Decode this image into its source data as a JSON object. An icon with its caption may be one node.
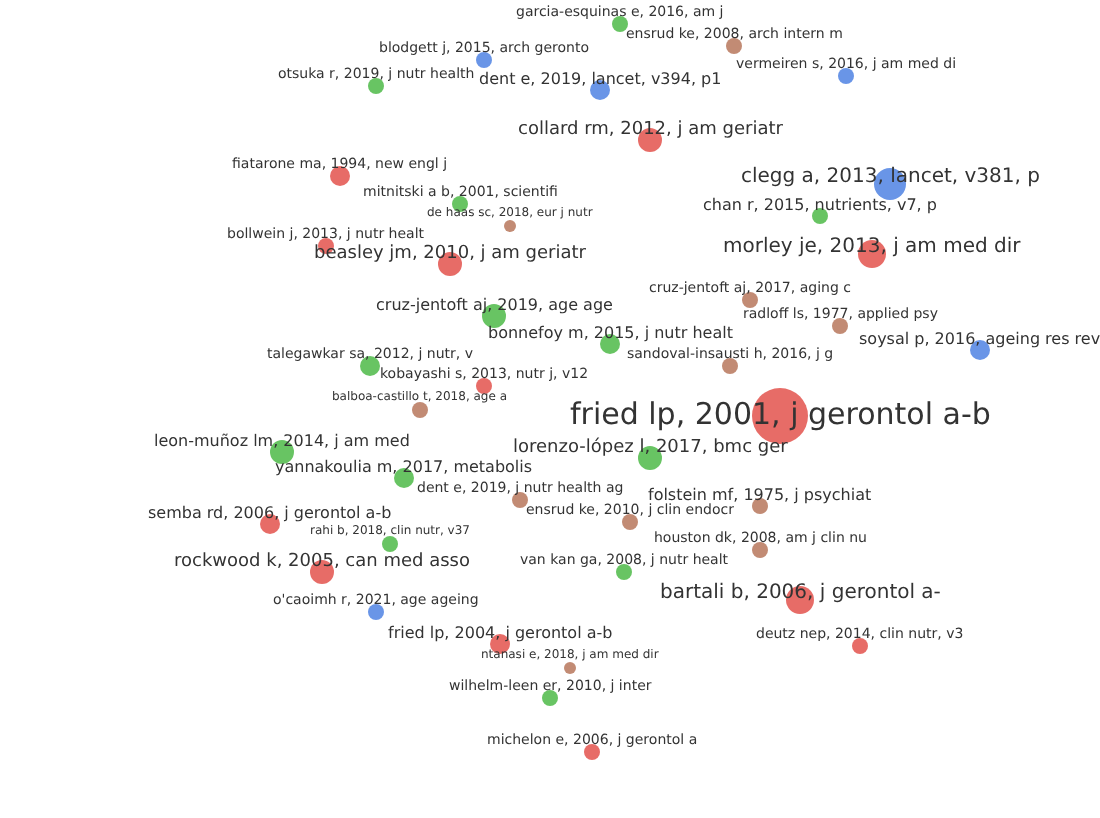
{
  "diagram": {
    "nodes": [
      {
        "text": [
          "fried lp, 2001, j gerontol a-b"
        ]
      },
      {
        "text": [
          "garcia-esquinas e, 2016, am j"
        ]
      },
      {
        "text": [
          "ensrud ke, 2008, arch intern m"
        ]
      },
      {
        "text": [
          "blodgett j, 2015, arch geronto"
        ]
      },
      {
        "text": [
          "otsuka r, 2019, j nutr health"
        ]
      },
      {
        "text": [
          "dent e, 2019, lancet, v394, p1"
        ]
      },
      {
        "text": [
          "vermeiren s, 2016, j am med di"
        ]
      },
      {
        "text": [
          "collard rm, 2012, j am geriatr"
        ]
      },
      {
        "text": [
          "fiatarone ma, 1994, new engl j"
        ]
      },
      {
        "text": [
          "mitnitski a b, 2001, scientifi"
        ]
      },
      {
        "text": [
          "de haas sc, 2018, eur j nutr"
        ]
      },
      {
        "text": [
          "clegg a, 2013, lancet, v381, p"
        ]
      },
      {
        "text": [
          "chan r, 2015, nutrients, v7, p"
        ]
      },
      {
        "text": [
          "bollwein j, 2013, j nutr healt"
        ]
      },
      {
        "text": [
          "beasley jm, 2010, j am geriatr"
        ]
      },
      {
        "text": [
          "morley je, 2013, j am med dir"
        ]
      },
      {
        "text": [
          "cruz-jentoft aj, 2017, aging c"
        ]
      },
      {
        "text": [
          "cruz-jentoft aj, 2019, age age"
        ]
      },
      {
        "text": [
          "radloff ls, 1977, applied psy"
        ]
      },
      {
        "text": [
          "bonnefoy m, 2015, j nutr healt"
        ]
      },
      {
        "text": [
          "soysal p, 2016, ageing res rev"
        ]
      },
      {
        "text": [
          "talegawkar sa, 2012, j nutr, v"
        ]
      },
      {
        "text": [
          "kobayashi s, 2013, nutr j, v12"
        ]
      },
      {
        "text": [
          "sandoval-insausti h, 2016, j g"
        ]
      },
      {
        "text": [
          "balboa-castillo t, 2018, age a"
        ]
      },
      {
        "text": [
          "lorenzo-lópez l, 2017, bmc ger"
        ]
      },
      {
        "text": [
          "leon-muñoz lm, 2014, j am med"
        ]
      },
      {
        "text": [
          "yannakoulia m, 2017, metabolis"
        ]
      },
      {
        "text": [
          "dent e, 2019, j nutr health ag"
        ]
      },
      {
        "text": [
          "folstein mf, 1975, j psychiat"
        ]
      },
      {
        "text": [
          "semba rd, 2006, j gerontol a-b"
        ]
      },
      {
        "text": [
          "ensrud ke, 2010, j clin endocr"
        ]
      },
      {
        "text": [
          "rahi b, 2018, clin nutr, v37"
        ]
      },
      {
        "text": [
          "houston dk, 2008, am j clin nu"
        ]
      },
      {
        "text": [
          "van kan ga, 2008, j nutr healt"
        ]
      },
      {
        "text": [
          "bartali b, 2006, j gerontol a-"
        ]
      },
      {
        "text": [
          "rockwood k, 2005, can med asso"
        ]
      },
      {
        "text": [
          "o'caoimh r, 2021, age ageing"
        ]
      },
      {
        "text": [
          "fried lp, 2004, j gerontol a-b"
        ]
      },
      {
        "text": [
          "deutz nep, 2014, clin nutr, v3"
        ]
      },
      {
        "text": [
          "ntanasi e, 2018, j am med dir"
        ]
      },
      {
        "text": [
          "wilhelm-leen er, 2010, j inter"
        ]
      },
      {
        "text": [
          "michelon e, 2006, j gerontol a"
        ]
      }
    ]
  }
}
